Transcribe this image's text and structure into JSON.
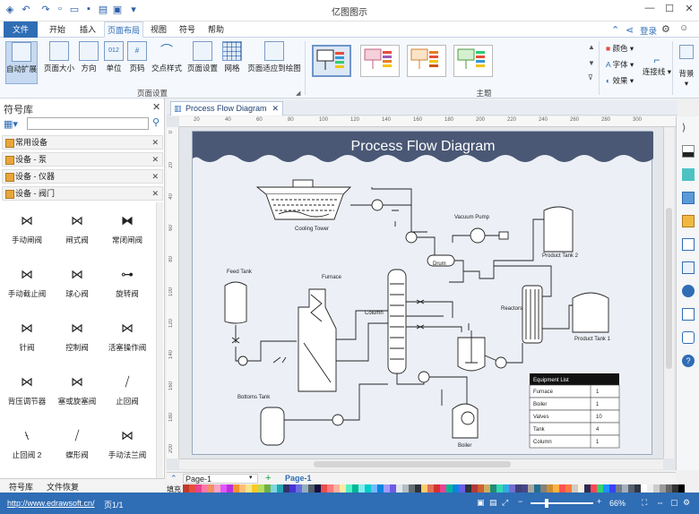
{
  "app": {
    "title": "亿图图示"
  },
  "menu": {
    "file": "文件",
    "tabs": [
      "开始",
      "插入",
      "页面布局",
      "视图",
      "符号",
      "帮助"
    ],
    "active_index": 2,
    "login": "登录"
  },
  "ribbon": {
    "page_setup_buttons": [
      "自动扩展",
      "页面大小",
      "方向",
      "单位",
      "页码",
      "交点样式",
      "页面设置",
      "网格",
      "页面适应到绘图"
    ],
    "page_setup_label": "页面设置",
    "theme_label": "主题",
    "theme_options": [
      "颜色",
      "字体",
      "效果"
    ],
    "connector": "连接线",
    "background": "背景"
  },
  "library": {
    "title": "符号库",
    "categories": [
      "常用设备",
      "设备 - 泵",
      "设备 - 仪器",
      "设备 - 阀门"
    ],
    "symbols": [
      "手动闸阀",
      "闸式阀",
      "常闭闸阀",
      "手动截止阀",
      "球心阀",
      "旋转阀",
      "针阀",
      "控制阀",
      "活塞操作阀",
      "背压调节器",
      "塞或旋塞阀",
      "止回阀",
      "止回阀 2",
      "蝶形阀",
      "手动法兰阀"
    ],
    "bottom_tabs": [
      "符号库",
      "文件恢复"
    ]
  },
  "document": {
    "tab": "Process Flow Diagram"
  },
  "diagram": {
    "title": "Process Flow Diagram",
    "labels": {
      "cooling_tower": "Cooling Tower",
      "vacuum_pump": "Vacuum Pump",
      "product_tank_2": "Product Tank 2",
      "feed_tank": "Feed Tank",
      "furnace": "Furnace",
      "drum": "Drum",
      "column": "Column",
      "reactors": "Reactors",
      "product_tank_1": "Product Tank 1",
      "bottoms_tank": "Bottoms Tank",
      "boiler": "Boiler"
    },
    "equipment_list": {
      "header": "Equipment List",
      "rows": [
        {
          "name": "Furnace",
          "qty": "1"
        },
        {
          "name": "Boiler",
          "qty": "1"
        },
        {
          "name": "Valves",
          "qty": "10"
        },
        {
          "name": "Tank",
          "qty": "4"
        },
        {
          "name": "Column",
          "qty": "1"
        }
      ]
    }
  },
  "ruler": {
    "h_ticks": [
      "20",
      "40",
      "60",
      "80",
      "100",
      "120",
      "140",
      "160",
      "180",
      "200",
      "220",
      "240",
      "260",
      "280",
      "300"
    ],
    "v_ticks": [
      "0",
      "20",
      "40",
      "60",
      "80",
      "100",
      "120",
      "140",
      "160",
      "180",
      "200"
    ]
  },
  "pagebar": {
    "page_select": "Page-1",
    "page_tab": "Page-1",
    "fill_label": "填充"
  },
  "status": {
    "url": "http://www.edrawsoft.cn/",
    "page": "页1/1",
    "zoom": "66%"
  },
  "colors": {
    "accent": "#2f6db5",
    "banner": "#4a5875"
  }
}
